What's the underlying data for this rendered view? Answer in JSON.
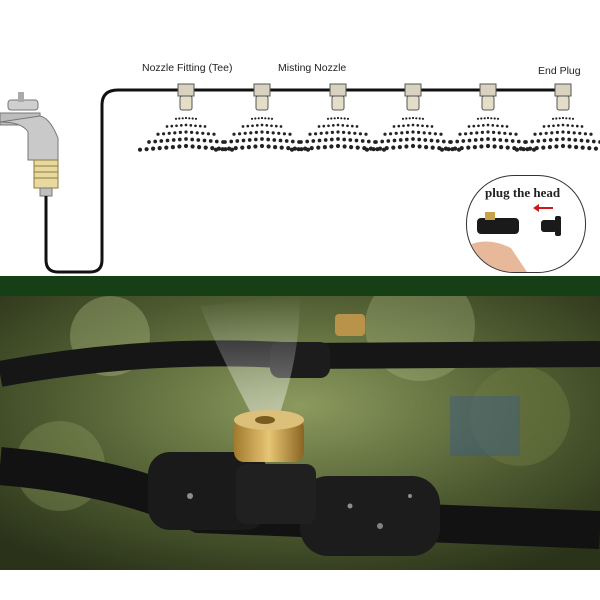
{
  "diagram": {
    "labels": {
      "nozzle_fitting": "Nozzle Fitting (Tee)",
      "misting_nozzle": "Misting Nozzle",
      "end_plug": "End Plug"
    },
    "inset": {
      "title": "plug the head"
    }
  },
  "colors": {
    "divider": "#173f15",
    "hose": "#111111",
    "brass": "#c8a24a",
    "arrow": "#cc1a1a"
  },
  "icons": [
    "faucet-icon",
    "hose-icon",
    "nozzle-icon",
    "mist-spray-icon",
    "end-plug-icon",
    "arrow-left-icon"
  ]
}
